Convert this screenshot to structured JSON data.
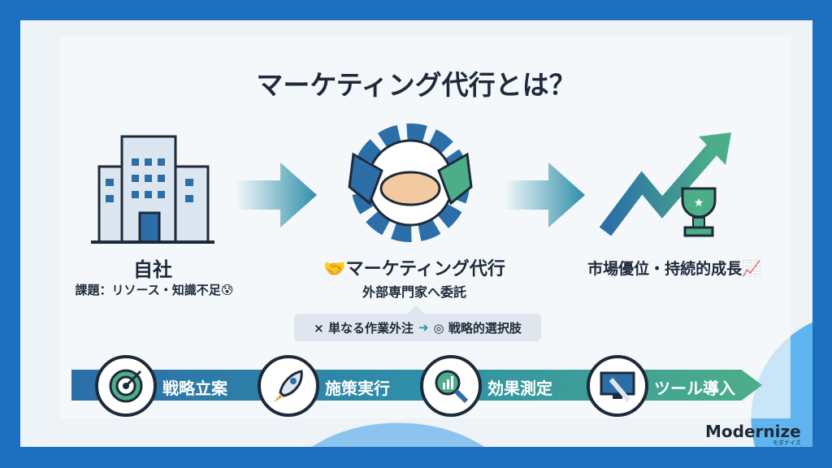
{
  "title": "マーケティング代行とは？",
  "left": {
    "heading": "自社",
    "sub": "課題：リソース・知識不足",
    "emoji": "😰"
  },
  "center": {
    "emoji": "🤝",
    "heading": "マーケティング代行",
    "sub": "外部専門家へ委託"
  },
  "right": {
    "heading": "市場優位・持続的成長",
    "emoji": "📈"
  },
  "bubble": {
    "bad": "× 単なる作業外注",
    "arrow": "➜",
    "good": "◎ 戦略的選択肢"
  },
  "steps": [
    {
      "label": "戦略立案",
      "icon": "target-icon"
    },
    {
      "label": "施策実行",
      "icon": "rocket-icon"
    },
    {
      "label": "効果測定",
      "icon": "magnifier-chart-icon"
    },
    {
      "label": "ツール導入",
      "icon": "monitor-wrench-icon"
    }
  ],
  "logo": {
    "name": "Modernize",
    "kana": "モダナイズ"
  }
}
